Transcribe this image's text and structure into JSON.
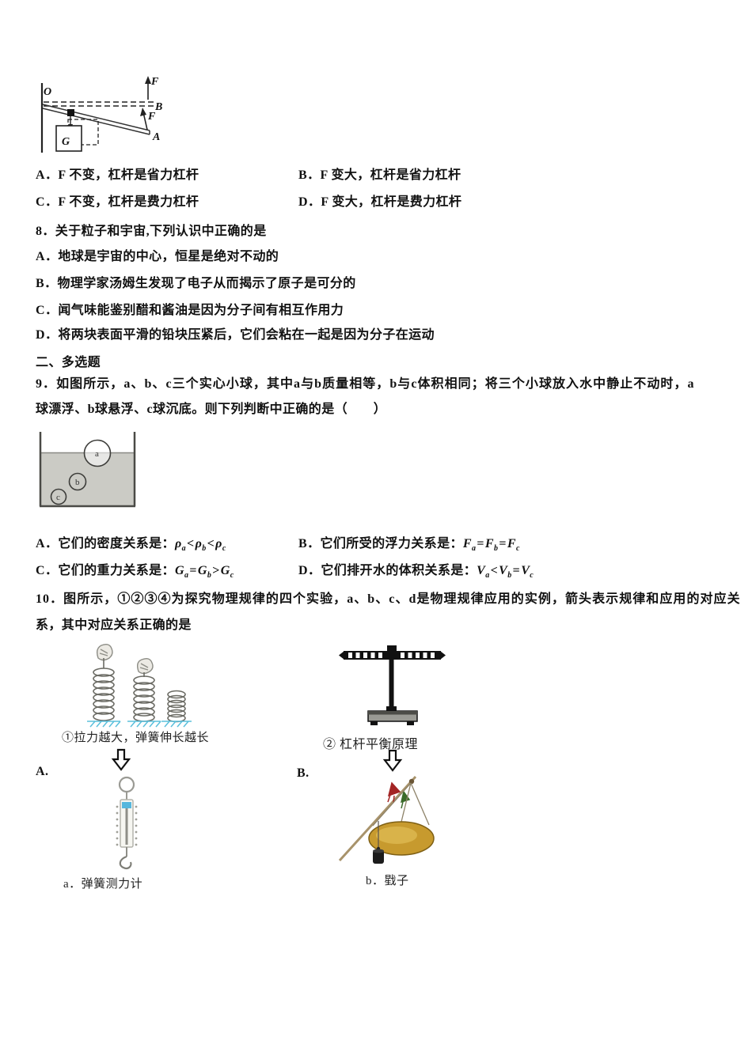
{
  "lever_diagram": {
    "o": "O",
    "b": "B",
    "a": "A",
    "f_top": "F",
    "f_mid": "F",
    "g": "G"
  },
  "q7": {
    "opt_a": "A．F 不变，杠杆是省力杠杆",
    "opt_b": "B．F 变大，杠杆是省力杠杆",
    "opt_c": "C．F 不变，杠杆是费力杠杆",
    "opt_d": "D．F 变大，杠杆是费力杠杆"
  },
  "q8": {
    "title": "8．关于粒子和宇宙,下列认识中正确的是",
    "opt_a": "A．地球是宇宙的中心，恒星是绝对不动的",
    "opt_b": "B．物理学家汤姆生发现了电子从而揭示了原子是可分的",
    "opt_c": "C．闻气味能鉴别醋和酱油是因为分子间有相互作用力",
    "opt_d": "D．将两块表面平滑的铅块压紧后，它们会粘在一起是因为分子在运动"
  },
  "section2_title": "二、多选题",
  "q9": {
    "line1": "9．如图所示，a、b、c三个实心小球，其中a与b质量相等，b与c体积相同；将三个小球放入水中静止不动时，a",
    "line2": "球漂浮、b球悬浮、c球沉底。则下列判断中正确的是（　　）",
    "tank": {
      "ball_a": "a",
      "ball_b": "b",
      "ball_c": "c"
    },
    "opt_a_text": "A．它们的密度关系是：",
    "opt_a_formula": [
      [
        "var",
        "ρ"
      ],
      [
        "sub",
        "a"
      ],
      [
        "op",
        "<"
      ],
      [
        "var",
        "ρ"
      ],
      [
        "sub",
        "b"
      ],
      [
        "op",
        "<"
      ],
      [
        "var",
        "ρ"
      ],
      [
        "sub",
        "c"
      ]
    ],
    "opt_b_text": "B．它们所受的浮力关系是：",
    "opt_b_formula": [
      [
        "var",
        "F"
      ],
      [
        "sub",
        "a"
      ],
      [
        "op",
        "="
      ],
      [
        "var",
        "F"
      ],
      [
        "sub",
        "b"
      ],
      [
        "op",
        "="
      ],
      [
        "var",
        "F"
      ],
      [
        "sub",
        "c"
      ]
    ],
    "opt_c_text": "C．它们的重力关系是：",
    "opt_c_formula": [
      [
        "var",
        "G"
      ],
      [
        "sub",
        "a"
      ],
      [
        "op",
        "="
      ],
      [
        "var",
        "G"
      ],
      [
        "sub",
        "b"
      ],
      [
        "op",
        ">"
      ],
      [
        "var",
        "G"
      ],
      [
        "sub",
        "c"
      ]
    ],
    "opt_d_text": "D．它们排开水的体积关系是：",
    "opt_d_formula": [
      [
        "var",
        "V"
      ],
      [
        "sub",
        "a"
      ],
      [
        "op",
        "<"
      ],
      [
        "var",
        "V"
      ],
      [
        "sub",
        "b"
      ],
      [
        "op",
        "="
      ],
      [
        "var",
        "V"
      ],
      [
        "sub",
        "c"
      ]
    ]
  },
  "q10": {
    "line1": "10．图所示，①②③④为探究物理规律的四个实验，a、b、c、d是物理规律应用的实例，箭头表示规律和应用的对应关",
    "line2": "系，其中对应关系正确的是",
    "exp1_caption": "①拉力越大，弹簧伸长越长",
    "exp2_caption": "② 杠杆平衡原理",
    "label_a": "A.",
    "label_b": "B.",
    "caption_a": "a．弹簧测力计",
    "caption_b": "b．戥子"
  },
  "colors": {
    "ground_hatch_cyan": "#5bc0dc",
    "dynamometer_blue": "#56b7dd",
    "pan_gold": "#c79a2e",
    "water_gray": "#cbcbc5"
  }
}
